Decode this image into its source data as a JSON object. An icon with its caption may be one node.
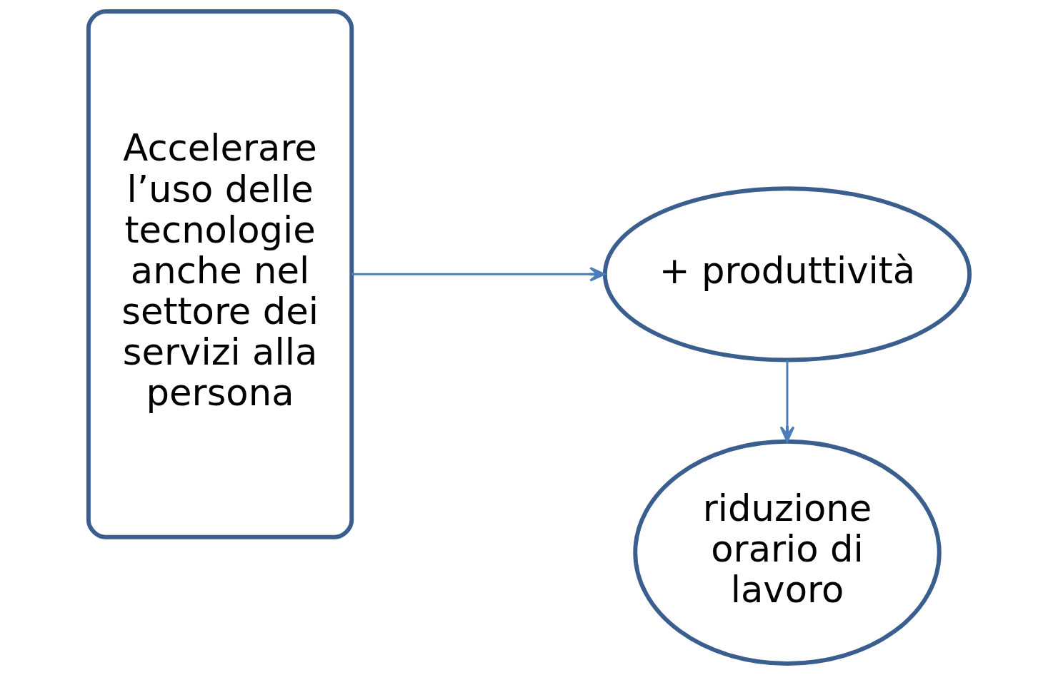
{
  "diagram": {
    "nodes": [
      {
        "text": [
          "Accelerare l’uso delle tecnologie anche nel settore dei servizi alla persona"
        ]
      },
      {
        "text": [
          "+ produttività"
        ]
      },
      {
        "text": [
          "riduzione orario di lavoro"
        ]
      }
    ],
    "edges": [
      {
        "from": 0,
        "to": 1,
        "arrow": "to"
      },
      {
        "from": 1,
        "to": 2,
        "arrow": "to"
      }
    ]
  }
}
